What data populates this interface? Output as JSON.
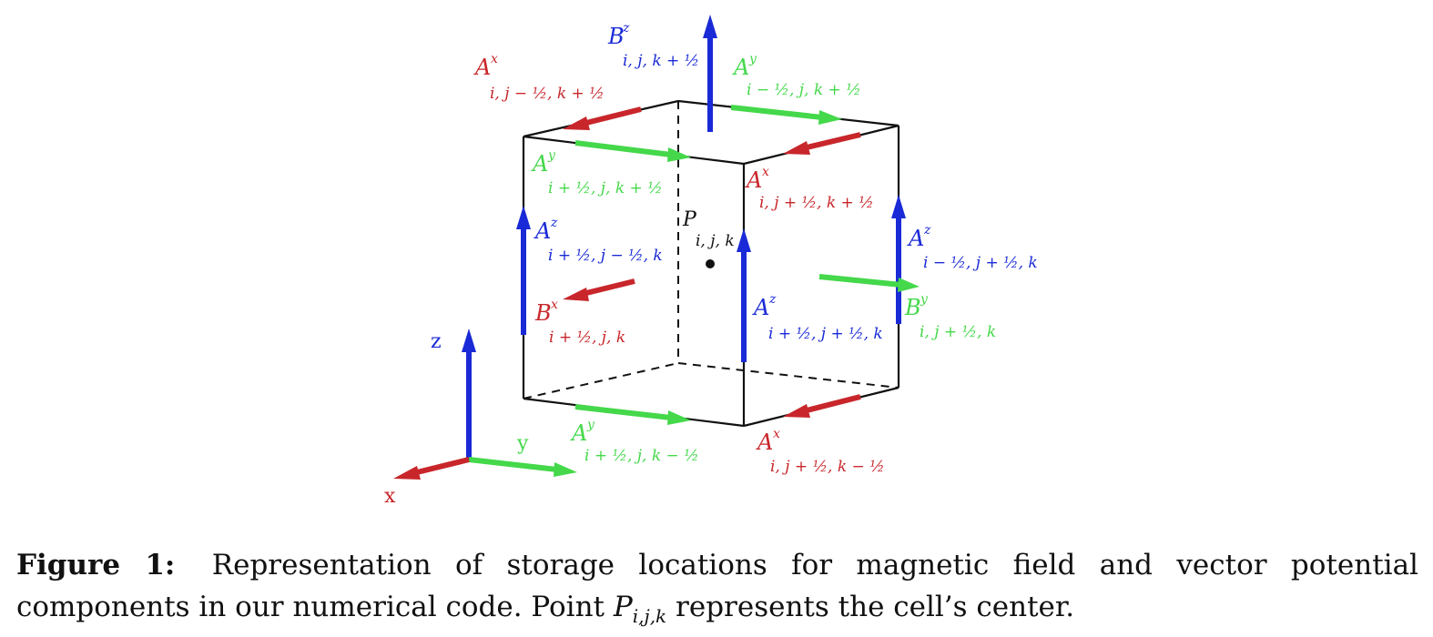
{
  "colors": {
    "red": "#c8262b",
    "green": "#44d84a",
    "blue": "#1a2ad6",
    "edge": "#111111"
  },
  "axes": {
    "x": "x",
    "y": "y",
    "z": "z"
  },
  "point": {
    "name": "P",
    "sub": "i, j, k"
  },
  "labels": {
    "bz_top": {
      "sym": "B",
      "sup": "z",
      "sub": "i, j, k + ½"
    },
    "ax_top_back": {
      "sym": "A",
      "sup": "x",
      "sub": "i, j − ½, k + ½"
    },
    "ay_top_right": {
      "sym": "A",
      "sup": "y",
      "sub": "i − ½, j, k + ½"
    },
    "ay_top_front": {
      "sym": "A",
      "sup": "y",
      "sub": "i + ½, j, k + ½"
    },
    "ax_top_right": {
      "sym": "A",
      "sup": "x",
      "sub": "i, j + ½, k + ½"
    },
    "az_left": {
      "sym": "A",
      "sup": "z",
      "sub": "i + ½, j − ½, k"
    },
    "bx_front": {
      "sym": "B",
      "sup": "x",
      "sub": "i + ½, j, k"
    },
    "az_front": {
      "sym": "A",
      "sup": "z",
      "sub": "i + ½, j + ½, k"
    },
    "az_right": {
      "sym": "A",
      "sup": "z",
      "sub": "i − ½, j + ½, k"
    },
    "by_right": {
      "sym": "B",
      "sup": "y",
      "sub": "i, j + ½, k"
    },
    "ay_bottom": {
      "sym": "A",
      "sup": "y",
      "sub": "i + ½, j, k − ½"
    },
    "ax_bottom": {
      "sym": "A",
      "sup": "x",
      "sub": "i, j + ½, k − ½"
    }
  },
  "caption": {
    "label": "Figure 1:",
    "line1": "Representation of storage locations for magnetic field and vector potential",
    "line2_before": "components in our numerical code. Point",
    "point_sym": "P",
    "point_sub": "i,j,k",
    "line2_after": "represents the cell’s center."
  }
}
